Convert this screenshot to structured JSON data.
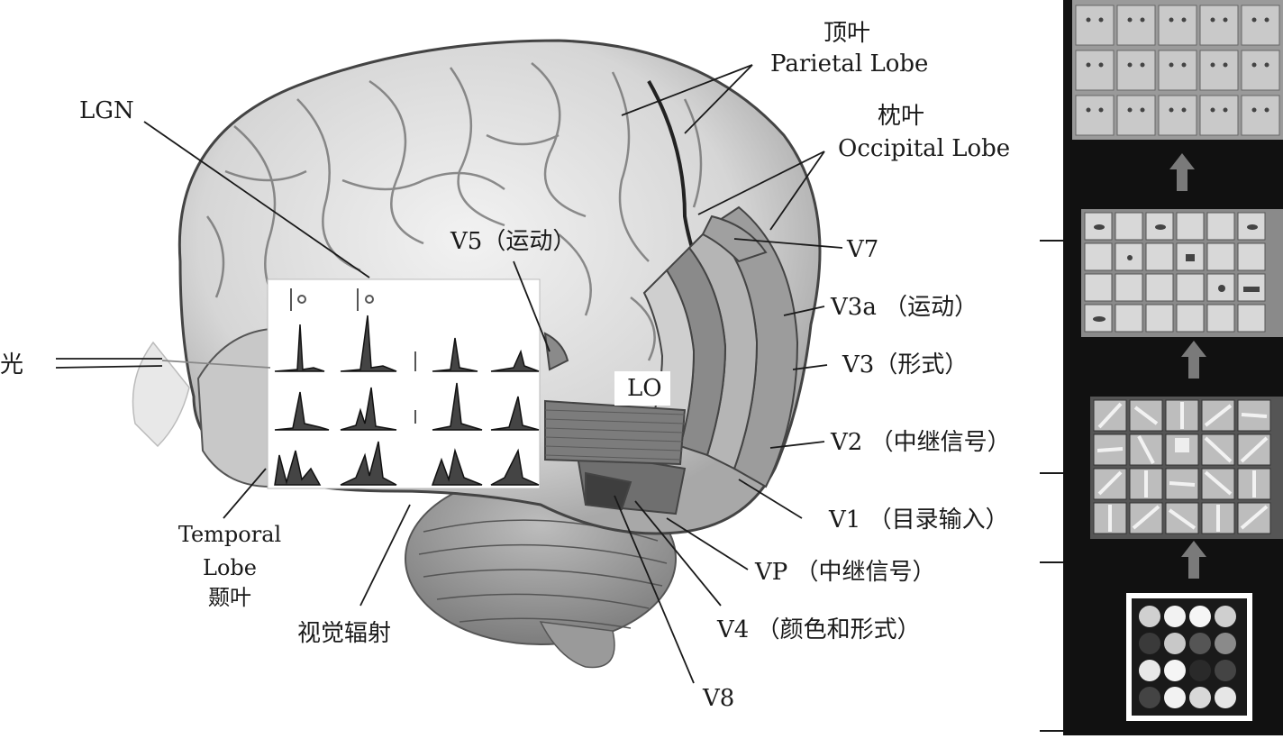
{
  "labels": {
    "parietal_cn": "顶叶",
    "parietal_en": "Parietal Lobe",
    "occipital_cn": "枕叶",
    "occipital_en": "Occipital Lobe",
    "lgn": "LGN",
    "v5": "V5（运动）",
    "v7": "V7",
    "v3a": "V3a （运动）",
    "v3": "V3（形式）",
    "lo": "LO",
    "v2": "V2 （中继信号）",
    "v1": "V1 （目录输入）",
    "vp": "VP （中继信号）",
    "v4": "V4 （颜色和形式）",
    "v8": "V8",
    "light": "光",
    "temporal_en_1": "Temporal",
    "temporal_en_2": "Lobe",
    "temporal_cn": "颞叶",
    "optic_radiation": "视觉辐射"
  },
  "colors": {
    "background": "#ffffff",
    "panel": "#111111",
    "arrow": "#7a7a7a",
    "line": "#1a1a1a"
  }
}
